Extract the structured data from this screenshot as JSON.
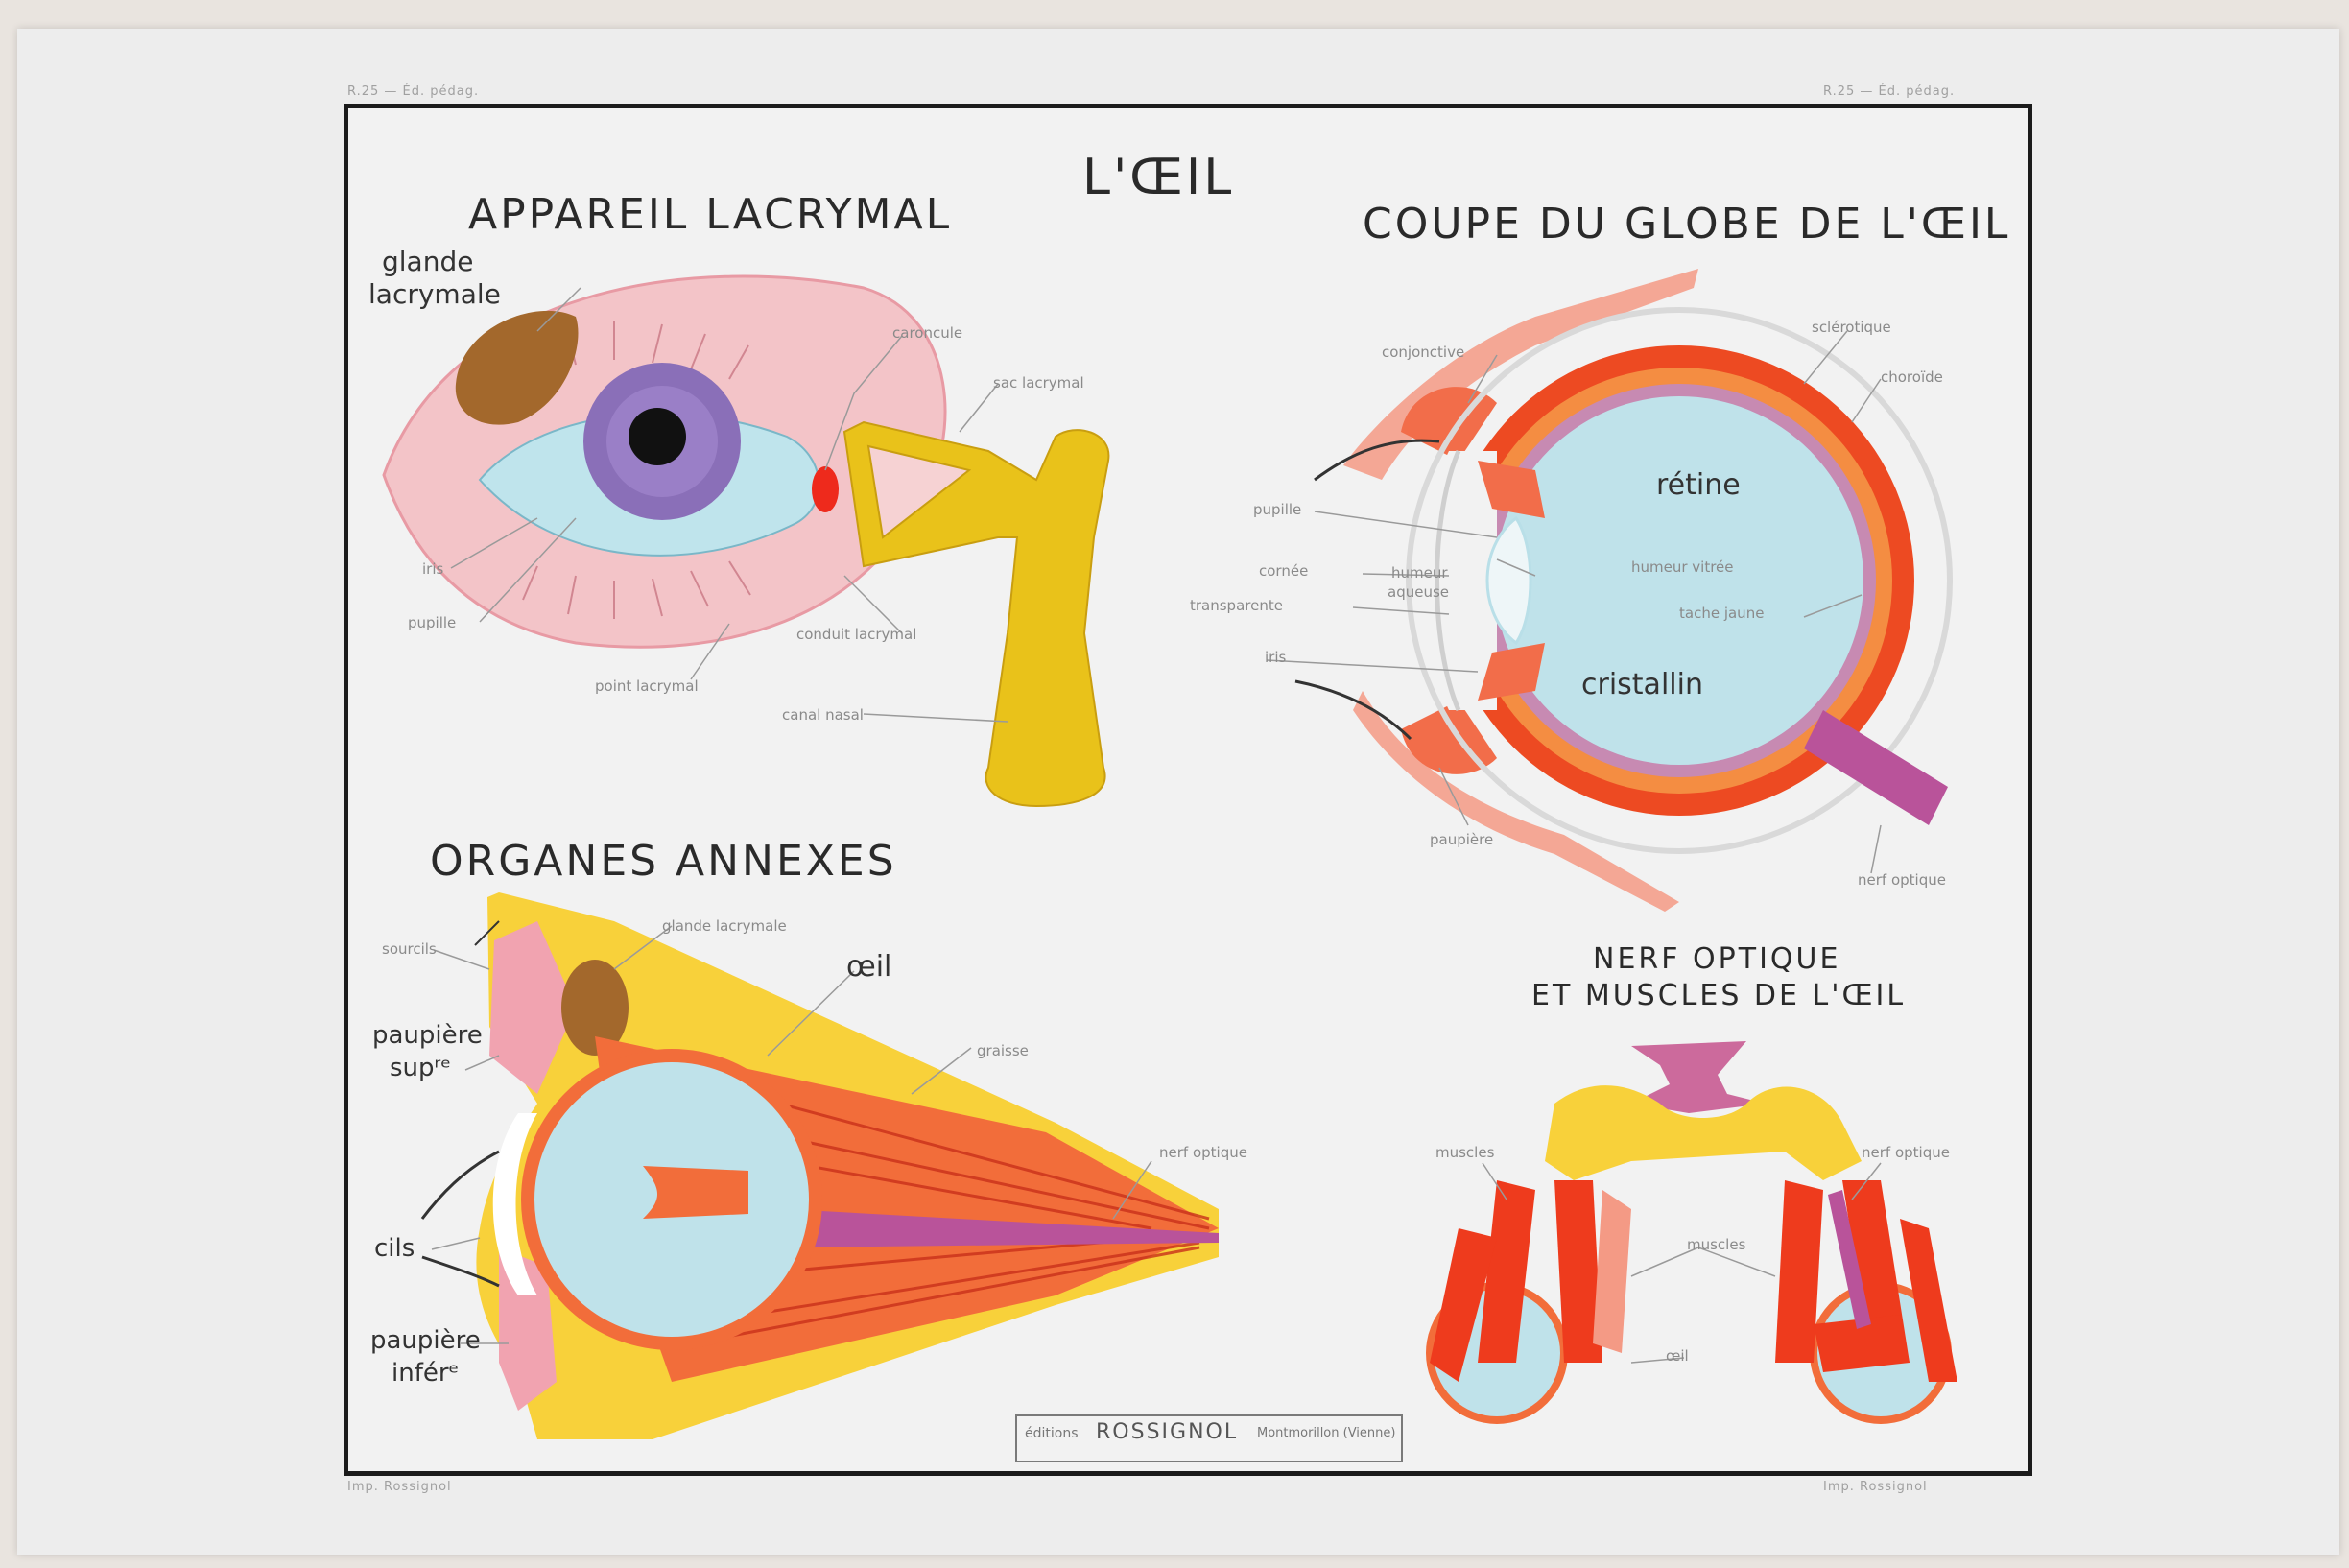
{
  "title": "L'ŒIL",
  "sections": {
    "lacrymal": {
      "heading": "APPAREIL LACRYMAL",
      "labels": {
        "glande": "glande",
        "lacrymale": "lacrymale",
        "caroncule": "caroncule",
        "sac": "sac lacrymal",
        "iris": "iris",
        "pupille": "pupille",
        "conduit": "conduit lacrymal",
        "point": "point lacrymal",
        "canal": "canal nasal"
      }
    },
    "coupe": {
      "heading": "COUPE DU GLOBE DE L'ŒIL",
      "labels": {
        "conjonctive": "conjonctive",
        "sclerotique": "sclérotique",
        "choroide": "choroïde",
        "retine": "rétine",
        "pupille": "pupille",
        "cornee": "cornée",
        "transparente": "transparente",
        "humeur_aqueuse1": "humeur",
        "humeur_aqueuse2": "aqueuse",
        "humeur_vitree": "humeur vitrée",
        "tache": "tache jaune",
        "iris": "iris",
        "cristallin": "cristallin",
        "paupiere": "paupière",
        "nerf": "nerf optique"
      }
    },
    "annexes": {
      "heading": "ORGANES ANNEXES",
      "labels": {
        "sourcils": "sourcils",
        "glande": "glande lacrymale",
        "oeil": "œil",
        "paupiere_sup1": "paupière",
        "paupiere_sup2": "supʳᵉ",
        "graisse": "graisse",
        "nerf": "nerf optique",
        "cils": "cils",
        "paupiere_inf1": "paupière",
        "paupiere_inf2": "inférᵉ"
      }
    },
    "nerf": {
      "heading_line1": "NERF OPTIQUE",
      "heading_line2": "ET MUSCLES DE L'ŒIL",
      "labels": {
        "muscles_left": "muscles",
        "nerf_optique": "nerf optique",
        "muscles_center": "muscles",
        "oeil": "œil"
      }
    }
  },
  "publisher": {
    "pre": "éditions",
    "name": "ROSSIGNOL",
    "post": "Montmorillon (Vienne)"
  },
  "fine_print": {
    "top_left": "R.25 — Éd. pédag.",
    "top_right": "R.25 — Éd. pédag.",
    "bottom_left": "Imp. Rossignol",
    "bottom_right": "Imp. Rossignol"
  },
  "colors": {
    "eyelid_pink": "#f1b9c0",
    "iris_purple": "#8a6fb8",
    "sclera_blue": "#bfe4ec",
    "duct_yellow": "#e9c21a",
    "gland_brown": "#a3682c",
    "muscle_red": "#ee3b1d",
    "orange": "#f37f33",
    "frame": "#1b1b1b"
  }
}
